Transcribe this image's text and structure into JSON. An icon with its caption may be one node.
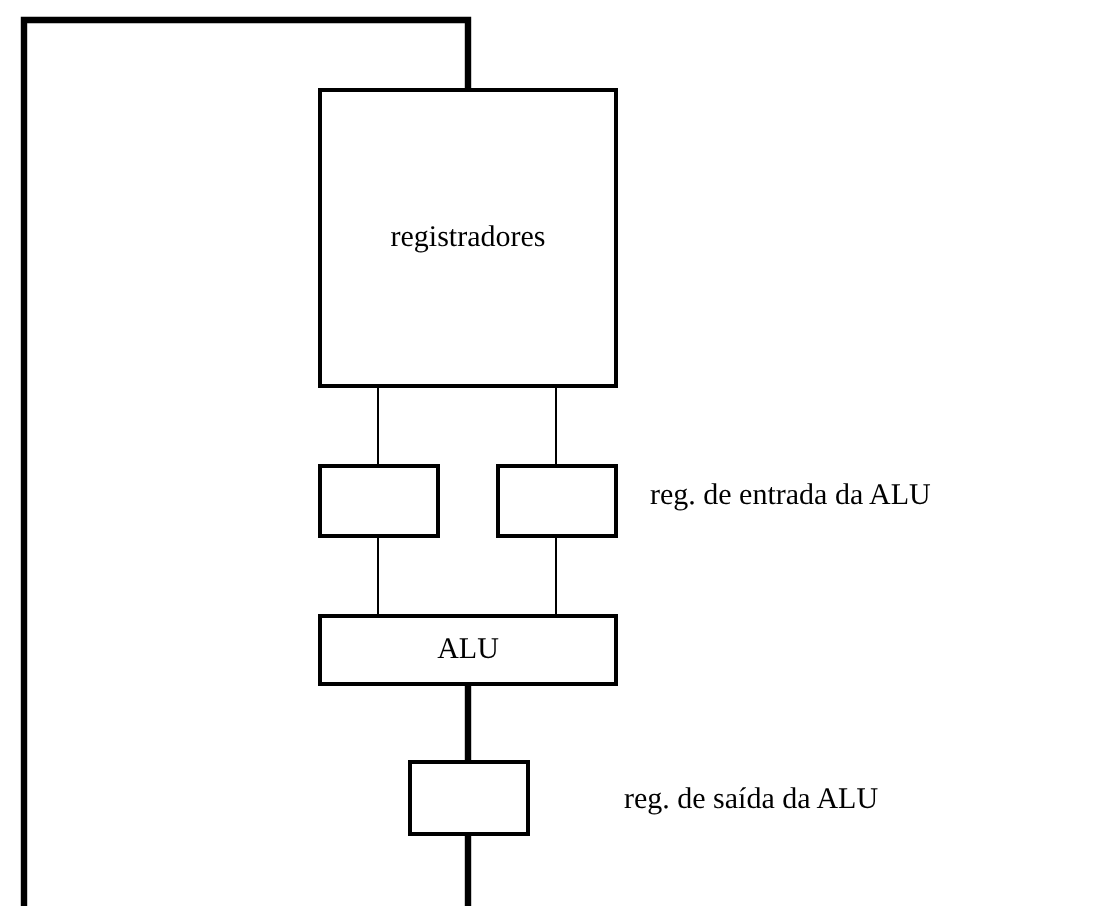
{
  "diagram": {
    "nodes": [
      {
        "text": [
          "registradores"
        ]
      },
      {
        "text": [],
        "shape": "box"
      },
      {
        "text": [],
        "shape": "box"
      },
      {
        "text": [
          "ALU"
        ]
      },
      {
        "text": [],
        "shape": "box"
      }
    ],
    "edges": [
      {
        "from": 0,
        "to": 1,
        "arrow": "none"
      },
      {
        "from": 0,
        "to": 2,
        "arrow": "none"
      },
      {
        "from": 1,
        "to": 3,
        "arrow": "none"
      },
      {
        "from": 2,
        "to": 3,
        "arrow": "none"
      },
      {
        "from": 3,
        "to": 4,
        "arrow": "none",
        "style": "thick"
      },
      {
        "from": 4,
        "to": null,
        "arrow": "none",
        "style": "thick"
      },
      {
        "from": null,
        "to": 0,
        "arrow": "none",
        "style": "thick"
      }
    ],
    "labels": [
      "reg. de entrada da ALU",
      "reg. de saída da ALU"
    ]
  }
}
